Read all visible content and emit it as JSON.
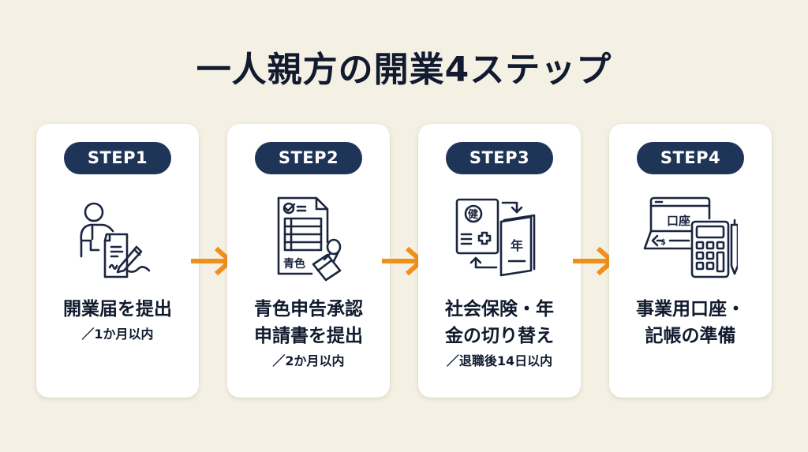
{
  "title": "一人親方の開業4ステップ",
  "colors": {
    "background": "#f4f0e3",
    "card": "#ffffff",
    "badge": "#1e3557",
    "text": "#111b2e",
    "arrow": "#f0901a"
  },
  "steps": [
    {
      "badge": "STEP1",
      "icon": "person-signing-document-icon",
      "label_lines": [
        "開業届を提出"
      ],
      "deadline": "／1か月以内"
    },
    {
      "badge": "STEP2",
      "icon": "blue-return-form-stamp-icon",
      "icon_text": "青色",
      "label_lines": [
        "青色申告承認",
        "申請書を提出"
      ],
      "deadline": "／2か月以内"
    },
    {
      "badge": "STEP3",
      "icon": "insurance-pension-switch-icon",
      "icon_text_1": "健",
      "icon_text_2": "年",
      "label_lines": [
        "社会保険・年",
        "金の切り替え"
      ],
      "deadline": "／退職後14日以内"
    },
    {
      "badge": "STEP4",
      "icon": "bank-account-calculator-icon",
      "icon_text": "口座",
      "icon_text_2": "$",
      "label_lines": [
        "事業用口座・",
        "記帳の準備"
      ],
      "deadline": ""
    }
  ]
}
